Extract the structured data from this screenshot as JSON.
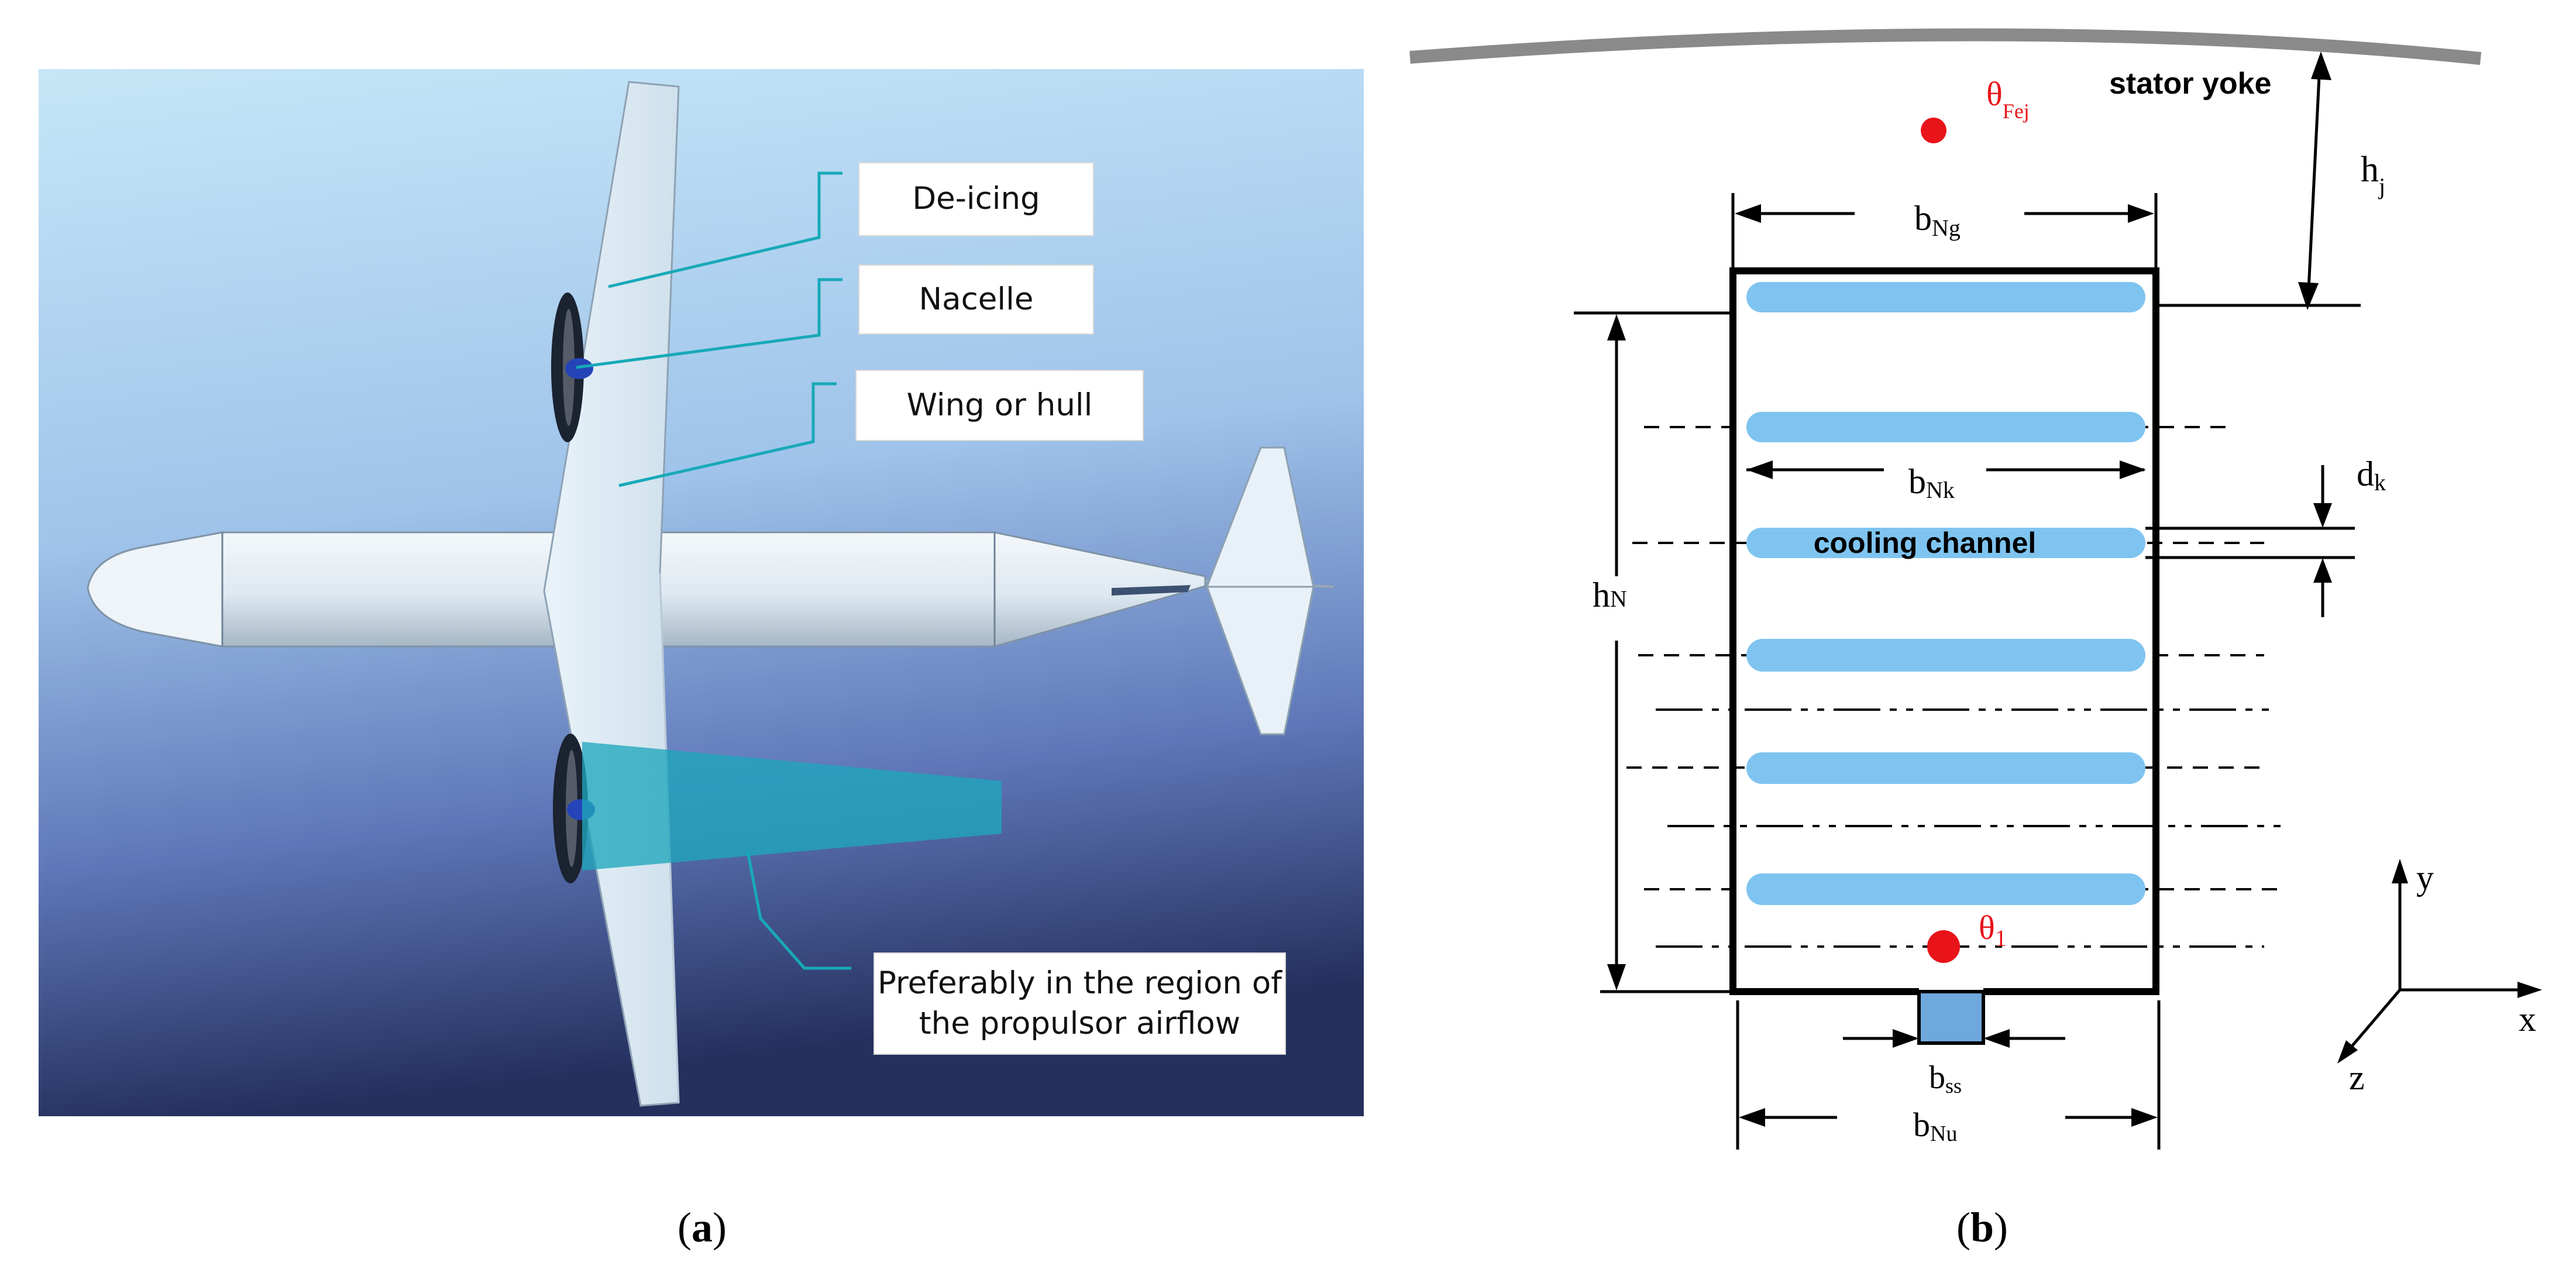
{
  "panel_a": {
    "label_open": "(",
    "label_letter": "a",
    "label_close": ")",
    "callouts": {
      "deicing": "De-icing",
      "nacelle": "Nacelle",
      "wing_hull": "Wing or hull",
      "propulsor_line1": "Preferably in the region of",
      "propulsor_line2": "the propulsor airflow"
    },
    "colors": {
      "sky_top": "#c6e6f7",
      "sky_bottom": "#24305e",
      "leader": "#18a9b8",
      "airflow": "#1fa7bc"
    }
  },
  "panel_b": {
    "label_open": "(",
    "label_letter": "b",
    "label_close": ")",
    "stator_yoke": "stator yoke",
    "cooling_channel": "cooling channel",
    "theta_fej": {
      "main": "θ",
      "sub": "Fej"
    },
    "theta_1": {
      "main": "θ",
      "sub": "1"
    },
    "dims": {
      "hj": {
        "main": "h",
        "sub": "j"
      },
      "bNg": {
        "main": "b",
        "sub": "Ng"
      },
      "bNk": {
        "main": "b",
        "sub": "Nk"
      },
      "dk": {
        "main": "d",
        "sub": "k"
      },
      "hN": {
        "main": "h",
        "sub": "N"
      },
      "bss": {
        "main": "b",
        "sub": "ss"
      },
      "bNu": {
        "main": "b",
        "sub": "Nu"
      }
    },
    "axes": {
      "x": "x",
      "y": "y",
      "z": "z"
    },
    "colors": {
      "channel": "#7fc4f0",
      "theta": "#e8141a",
      "yoke": "#8a8a8a",
      "slot_opening": "#6fa8dc"
    }
  }
}
